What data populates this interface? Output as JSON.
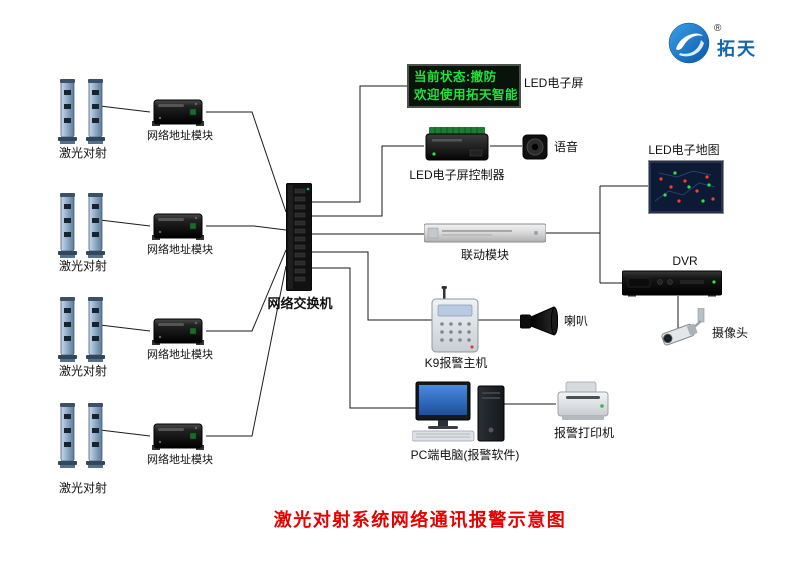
{
  "logo": {
    "brand": "拓天",
    "registered": "®"
  },
  "led_screen": {
    "line1": "当前状态:撤防",
    "line2": "欢迎使用拓天智能",
    "label": "LED电子屏"
  },
  "laser_groups": [
    {
      "label": "激光对射",
      "module_label": "网络地址模块"
    },
    {
      "label": "激光对射",
      "module_label": "网络地址模块"
    },
    {
      "label": "激光对射",
      "module_label": "网络地址模块"
    },
    {
      "label": "激光对射",
      "module_label": "网络地址模块"
    }
  ],
  "switch_label": "网络交换机",
  "controller_label": "LED电子屏控制器",
  "voice_label": "语音",
  "linkage_label": "联动模块",
  "map_label": "LED电子地图",
  "dvr_label": "DVR",
  "camera_label": "摄像头",
  "k9_label": "K9报警主机",
  "horn_label": "喇叭",
  "pc_label": "PC端电脑(报警软件)",
  "printer_label": "报警打印机",
  "title": "激光对射系统网络通讯报警示意图",
  "colors": {
    "title_red": "#e60000",
    "led_green": "#1ee43c",
    "line": "#1a1a1a",
    "brand_blue": "#1266b0"
  }
}
